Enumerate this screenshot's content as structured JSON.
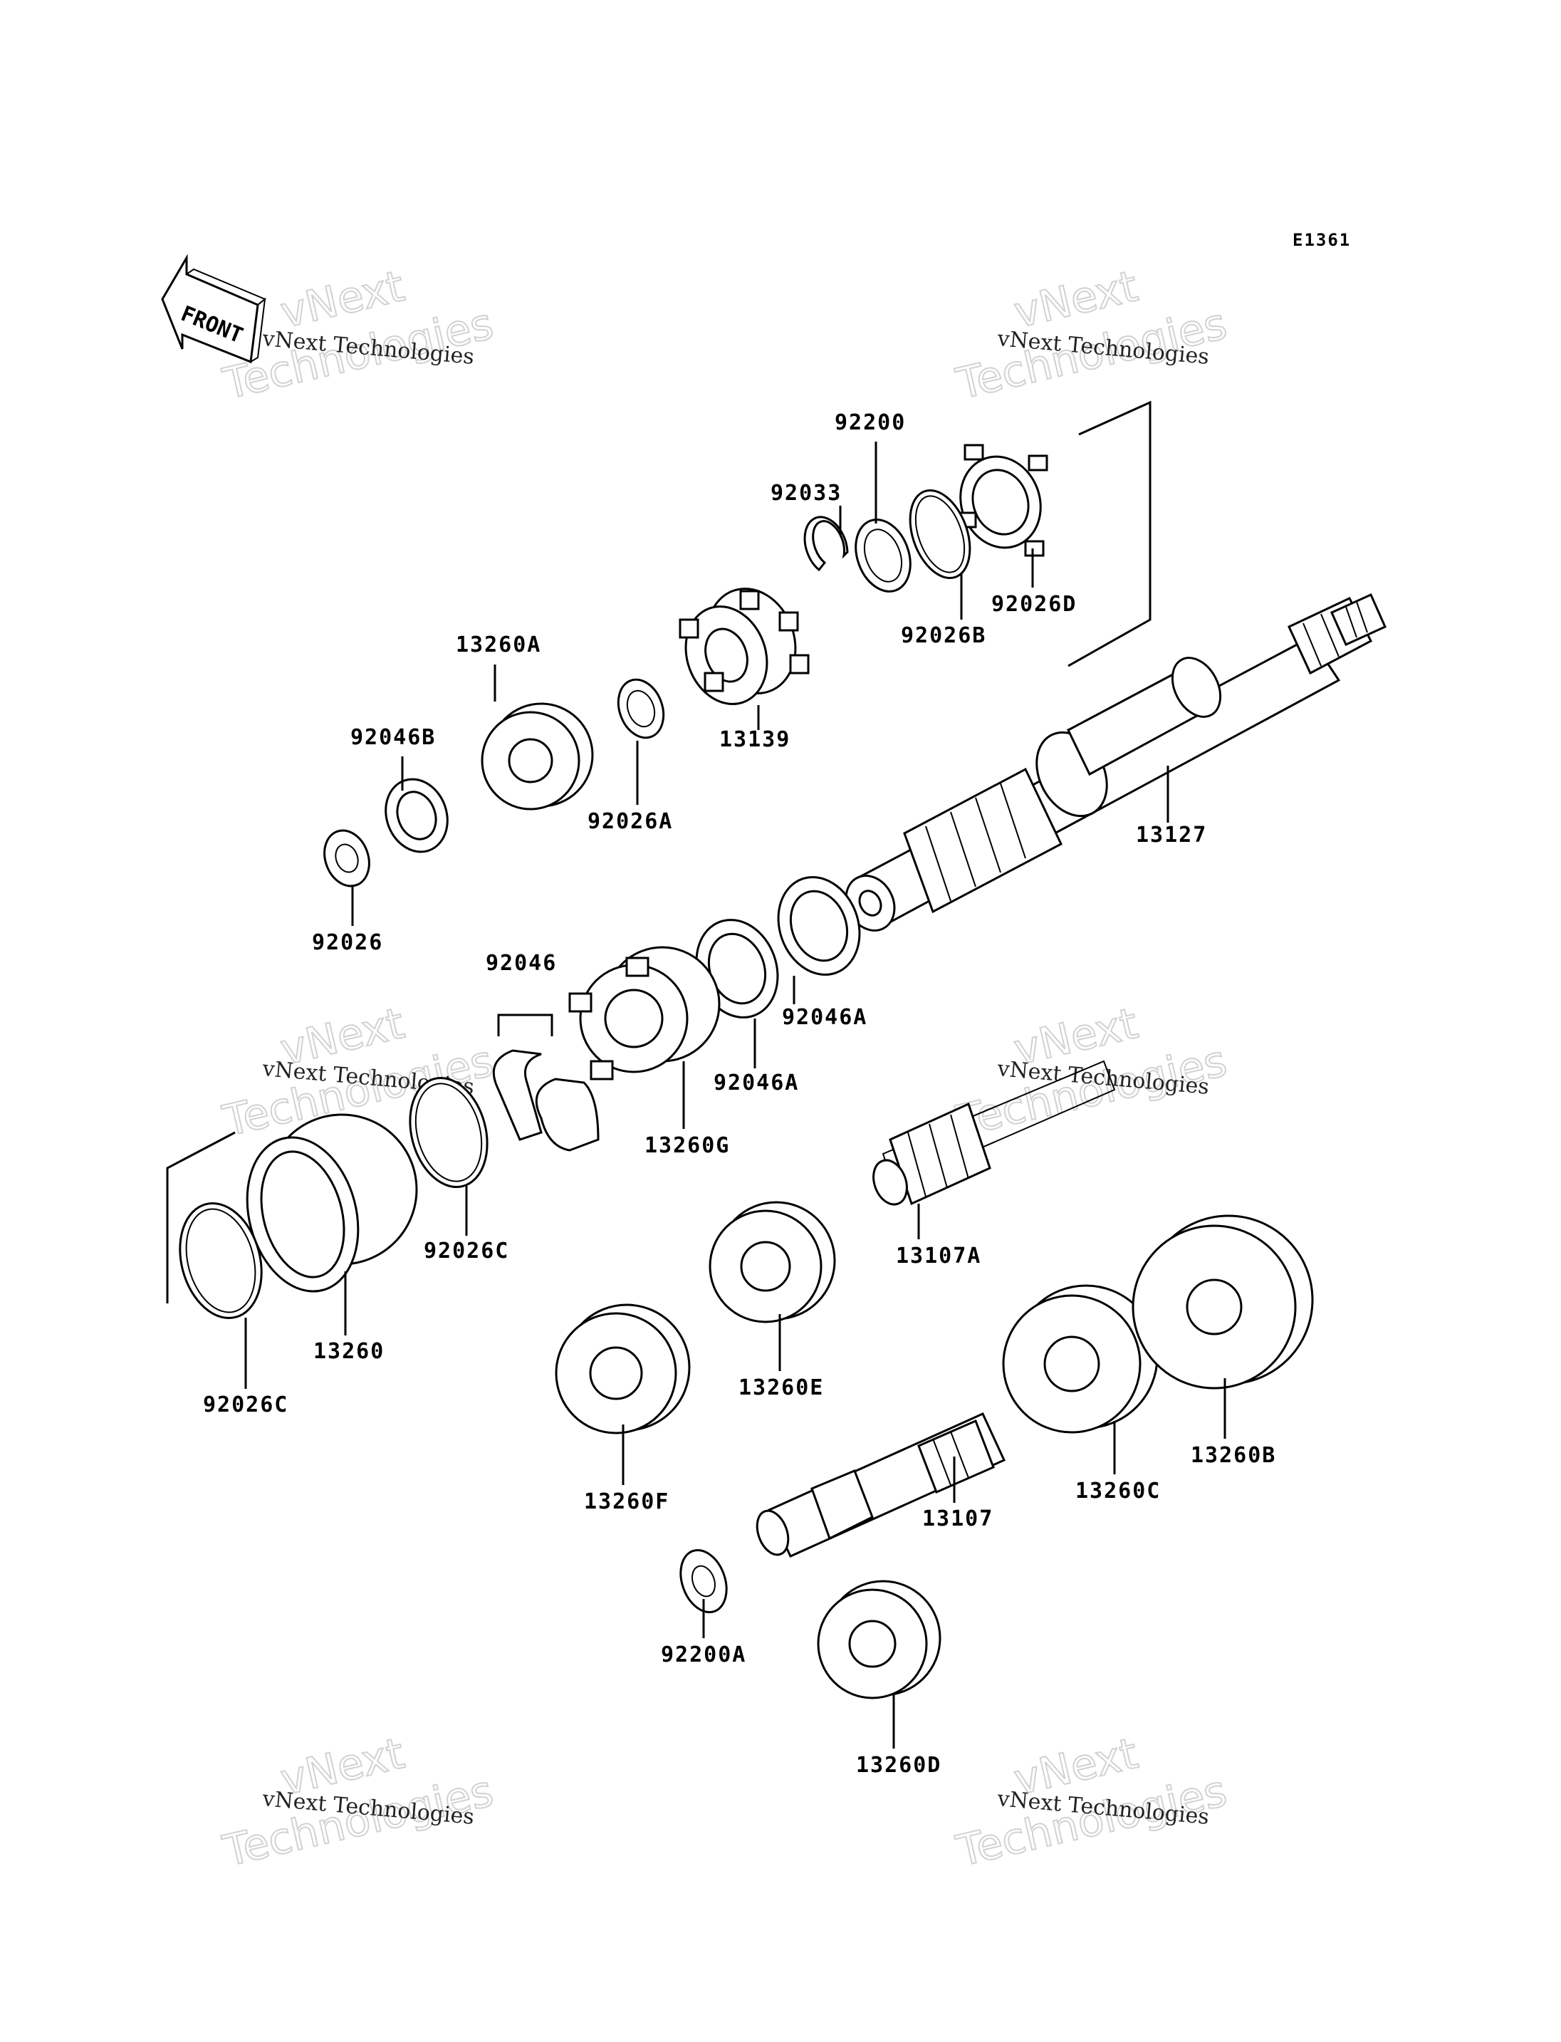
{
  "diagram_id": "E1361",
  "front_arrow_label": "FRONT",
  "watermark": {
    "small": "vNext Technologies",
    "big_line1": "vNext",
    "big_line2": "Technologies"
  },
  "labels": {
    "p92200": "92200",
    "p92033": "92033",
    "p92026D": "92026D",
    "p92026B": "92026B",
    "p13260A": "13260A",
    "p13139": "13139",
    "p92046B": "92046B",
    "p92026A": "92026A",
    "p13127": "13127",
    "p92026": "92026",
    "p92046": "92046",
    "p92046A_upper": "92046A",
    "p92046A_lower": "92046A",
    "p13260G": "13260G",
    "p92026C_mid": "92026C",
    "p13260": "13260",
    "p92026C_left": "92026C",
    "p13107A": "13107A",
    "p13260E": "13260E",
    "p13260B": "13260B",
    "p13260C": "13260C",
    "p13260F": "13260F",
    "p13107": "13107",
    "p92200A": "92200A",
    "p13260D": "13260D"
  }
}
